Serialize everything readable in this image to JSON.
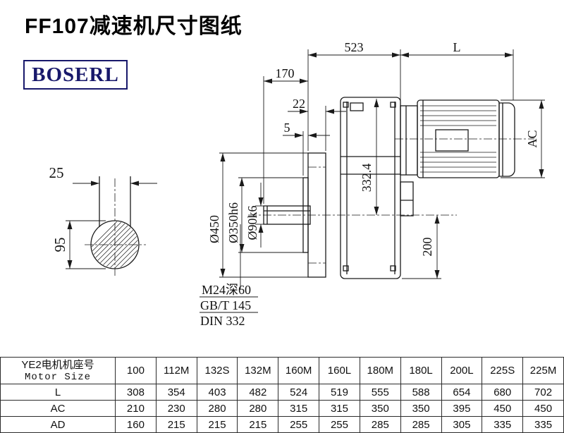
{
  "header": {
    "title": "FF107减速机尺寸图纸",
    "brand": "BOSERL"
  },
  "drawing": {
    "dims": {
      "overall_len": "523",
      "motor_len": "L",
      "shaft_len": "170",
      "flange_thk": "22",
      "spigot": "5",
      "motor_dia": "AC",
      "key_width": "25",
      "shaft_height": "95",
      "flange_od": "Ø450",
      "spigot_dia": "Ø350h6",
      "shaft_dia": "Ø90k6",
      "height_top": "332.4",
      "height_bottom": "200"
    },
    "notes": {
      "tap": "M24深60",
      "std1": "GB/T 145",
      "std2": "DIN 332"
    }
  },
  "table": {
    "header_cn": "YE2电机机座号",
    "header_en": "Motor Size",
    "columns": [
      "100",
      "112M",
      "132S",
      "132M",
      "160M",
      "160L",
      "180M",
      "180L",
      "200L",
      "225S",
      "225M"
    ],
    "rows": [
      {
        "label": "L",
        "values": [
          "308",
          "354",
          "403",
          "482",
          "524",
          "519",
          "555",
          "588",
          "654",
          "680",
          "702"
        ]
      },
      {
        "label": "AC",
        "values": [
          "210",
          "230",
          "280",
          "280",
          "315",
          "315",
          "350",
          "350",
          "395",
          "450",
          "450"
        ]
      },
      {
        "label": "AD",
        "values": [
          "160",
          "215",
          "215",
          "215",
          "255",
          "255",
          "285",
          "285",
          "305",
          "335",
          "335"
        ]
      }
    ]
  }
}
